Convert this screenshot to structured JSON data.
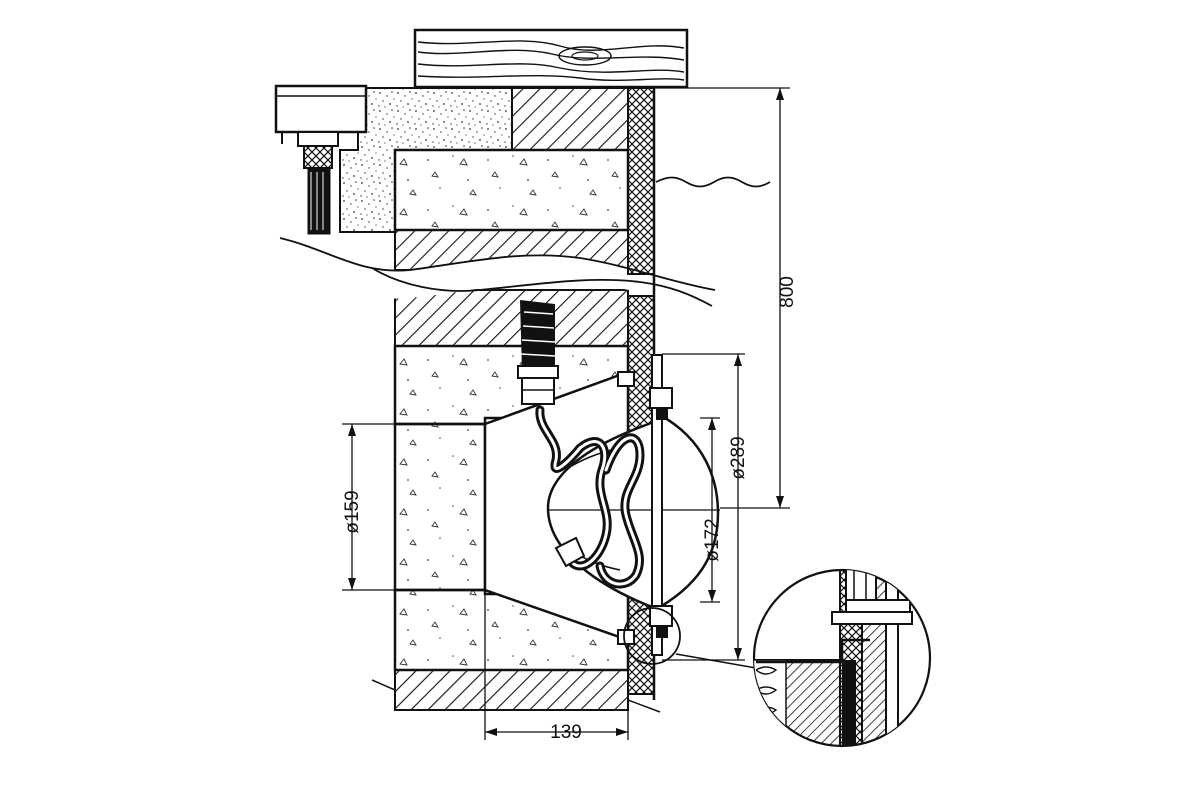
{
  "diagram": {
    "dimensions": {
      "depth": "800",
      "housing_diameter": "ø289",
      "lens_diameter": "ø172",
      "niche_diameter": "ø159",
      "niche_depth": "139"
    }
  },
  "colors": {
    "line": "#111111",
    "background": "#ffffff"
  }
}
